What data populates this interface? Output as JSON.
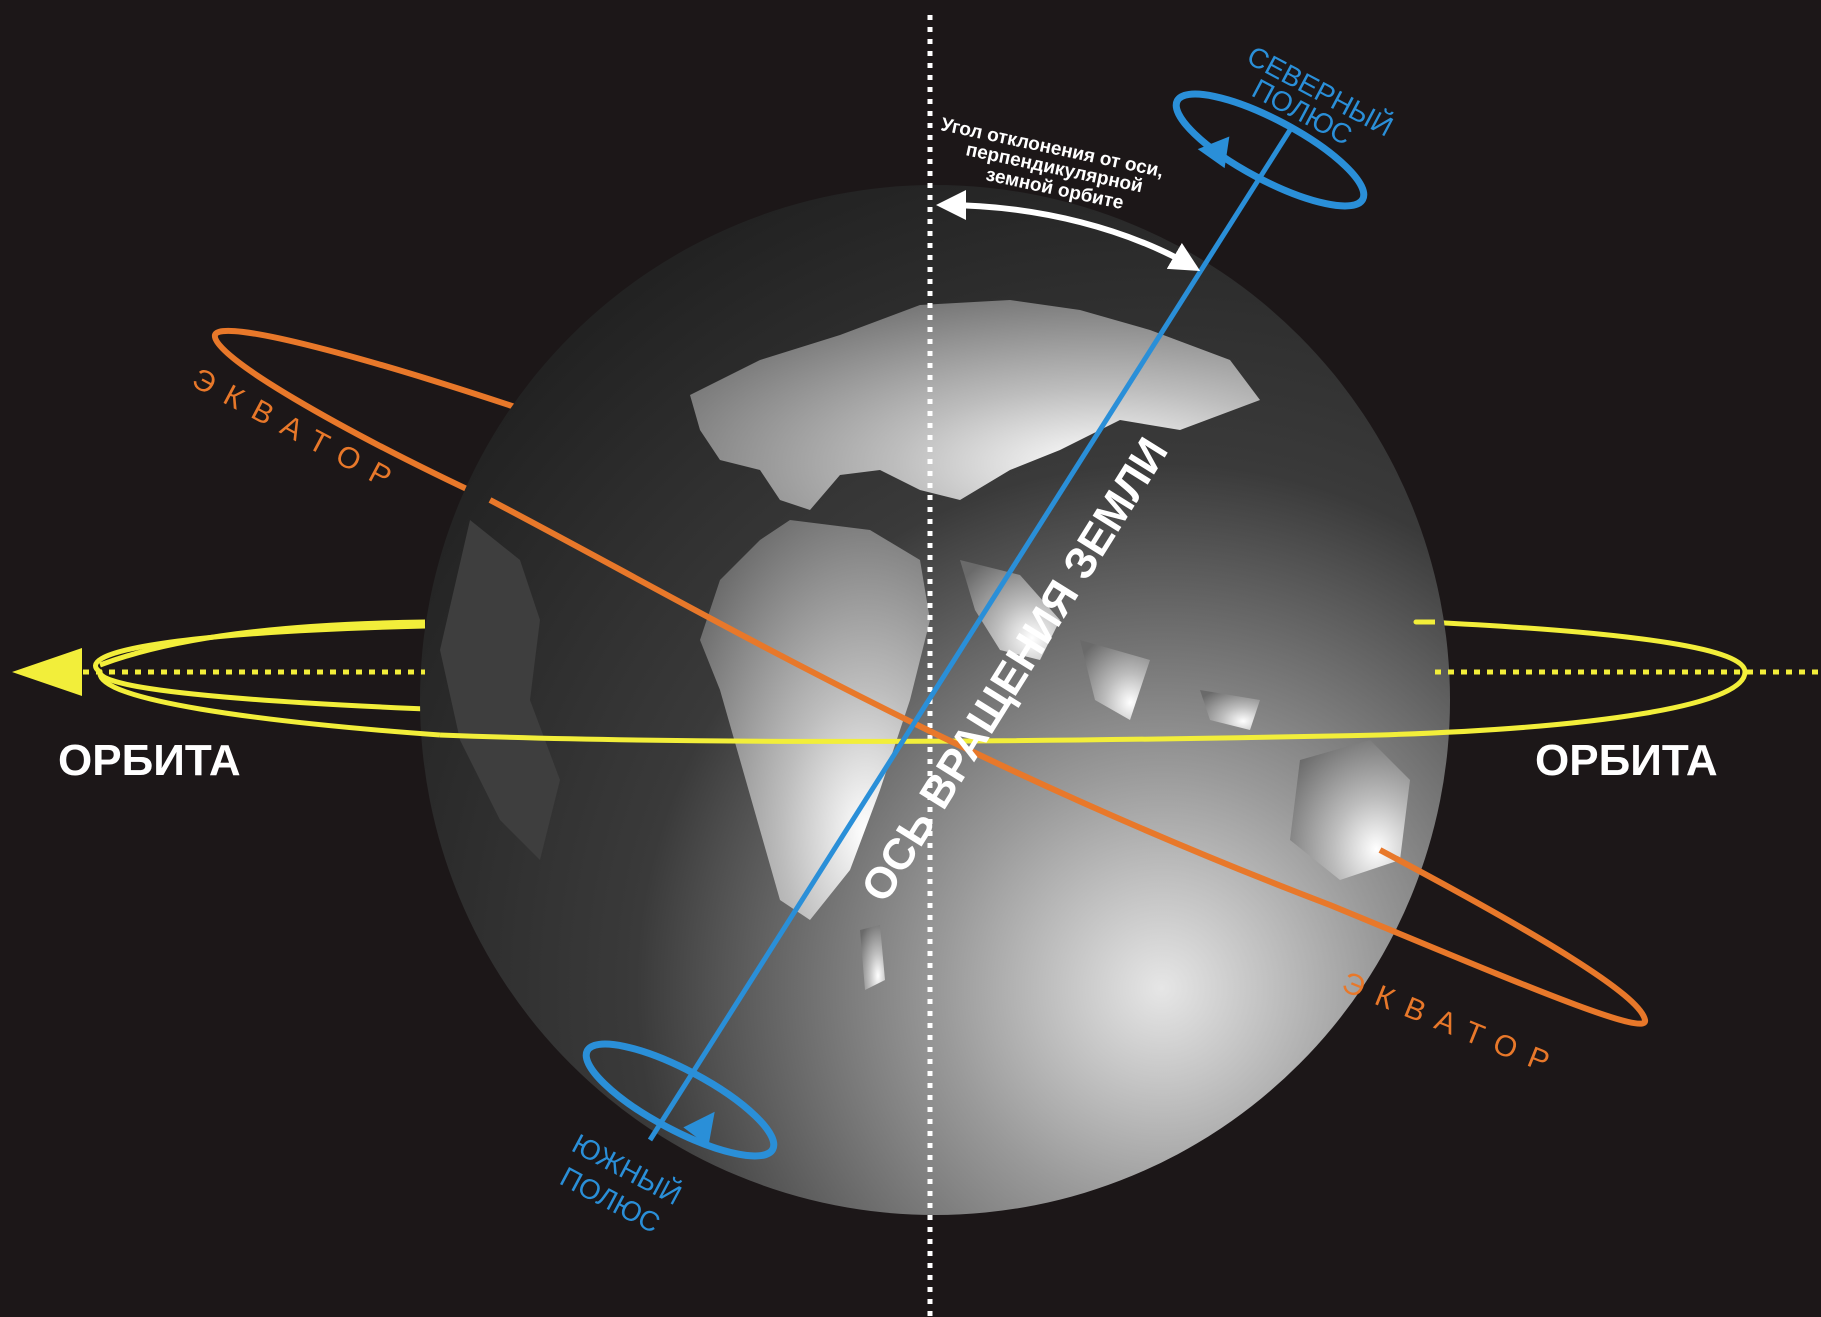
{
  "labels": {
    "orbit_left": "ОРБИТА",
    "orbit_right": "ОРБИТА",
    "equator_left": "ЭКВАТОР",
    "equator_right": "ЭКВАТОР",
    "north_pole_line1": "СЕВЕРНЫЙ",
    "north_pole_line2": "ПОЛЮС",
    "south_pole_line1": "ЮЖНЫЙ",
    "south_pole_line2": "ПОЛЮС",
    "axis_label": "ОСЬ ВРАЩЕНИЯ ЗЕМЛИ",
    "angle_line1": "Угол отклонения от оси,",
    "angle_line2": "перпендикулярной",
    "angle_line3": "земной орбите"
  },
  "colors": {
    "background": "#1c1718",
    "orbit": "#f2ee3a",
    "equator": "#e8782a",
    "axis": "#2a8fd8",
    "pole_label": "#2a8fd8",
    "equator_label": "#e8782a",
    "text": "#ffffff",
    "globe_light": "#e4e4e4",
    "globe_dark": "#2a2a2a",
    "land": "#c8c8c8"
  },
  "icons": [
    "earth-globe-icon",
    "orbit-arrow-icon",
    "double-arrow-icon",
    "rotation-ring-icon"
  ]
}
